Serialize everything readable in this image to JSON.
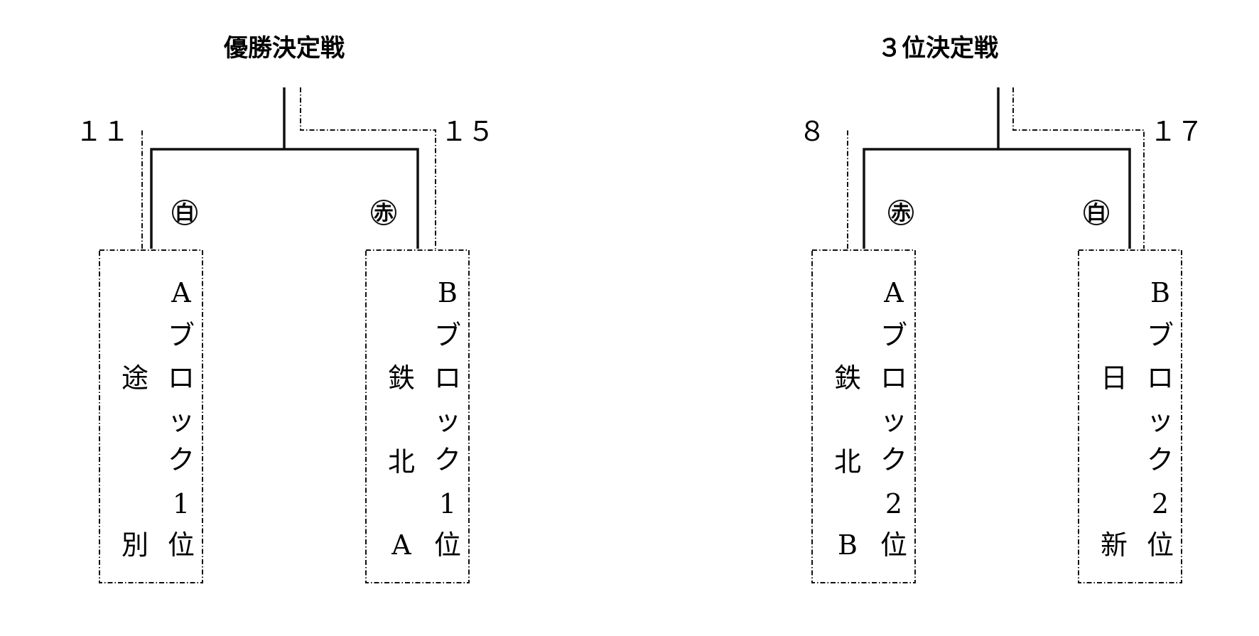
{
  "brackets": [
    {
      "title": "優勝決定戦",
      "left_score": "１１",
      "right_score": "１５",
      "left_side": "白",
      "right_side": "赤",
      "left_team": {
        "name": [
          "途",
          "別"
        ],
        "seed": [
          "A",
          "ブ",
          "ロ",
          "ッ",
          "ク",
          "1",
          "位"
        ]
      },
      "right_team": {
        "name": [
          "鉄",
          "北",
          "A"
        ],
        "seed": [
          "B",
          "ブ",
          "ロ",
          "ッ",
          "ク",
          "1",
          "位"
        ]
      }
    },
    {
      "title": "３位決定戦",
      "left_score": "８",
      "right_score": "１７",
      "left_side": "赤",
      "right_side": "白",
      "left_team": {
        "name": [
          "鉄",
          "北",
          "B"
        ],
        "seed": [
          "A",
          "ブ",
          "ロ",
          "ッ",
          "ク",
          "2",
          "位"
        ]
      },
      "right_team": {
        "name": [
          "日",
          "新"
        ],
        "seed": [
          "B",
          "ブ",
          "ロ",
          "ッ",
          "ク",
          "2",
          "位"
        ]
      }
    }
  ]
}
